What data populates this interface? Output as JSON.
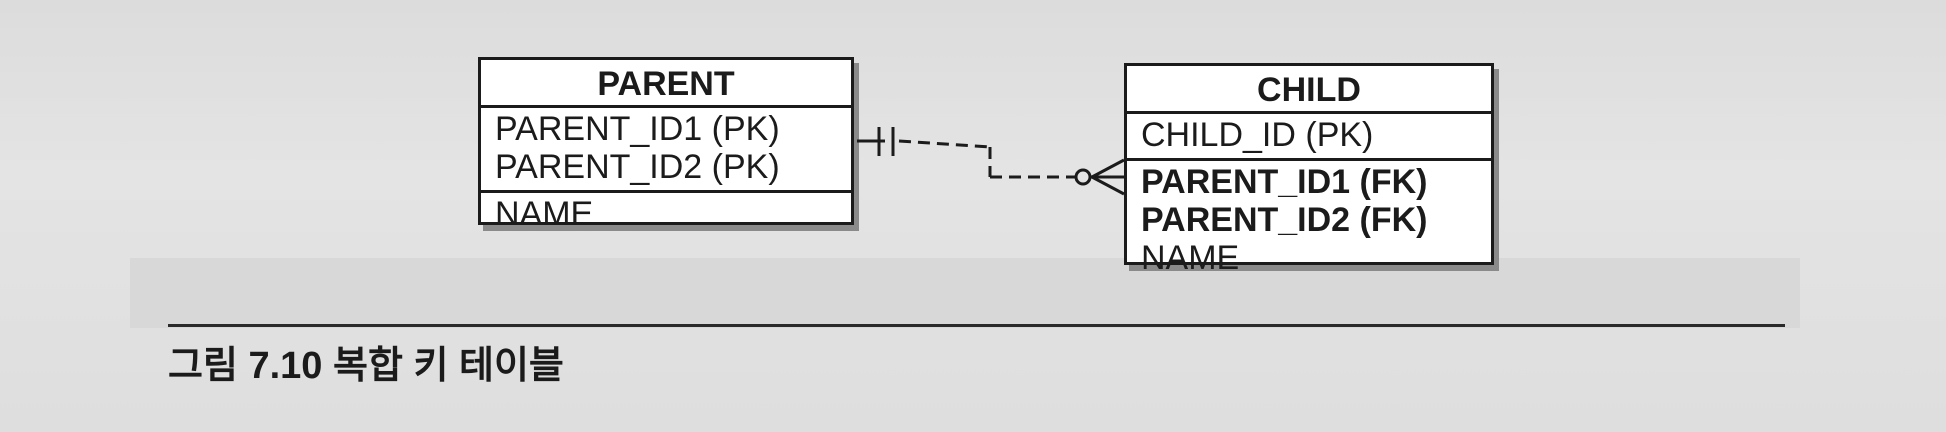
{
  "diagram": {
    "parent": {
      "title": "PARENT",
      "key_attributes": [
        "PARENT_ID1 (PK)",
        "PARENT_ID2 (PK)"
      ],
      "attributes": [
        "NAME"
      ]
    },
    "child": {
      "title": "CHILD",
      "key_attributes": [
        "CHILD_ID (PK)"
      ],
      "attributes": [
        "PARENT_ID1 (FK)",
        "PARENT_ID2 (FK)",
        "NAME"
      ],
      "bold_attributes": [
        "PARENT_ID1 (FK)",
        "PARENT_ID2 (FK)"
      ]
    },
    "relationship": {
      "parent_end": "one-and-only-one",
      "child_end": "zero-or-many",
      "line_style": "dashed"
    },
    "caption": "그림 7.10 복합 키 테이블"
  },
  "colors": {
    "ink": "#1b1b1b",
    "page": "#e0e0e0",
    "shadow": "#8a8a8a"
  }
}
